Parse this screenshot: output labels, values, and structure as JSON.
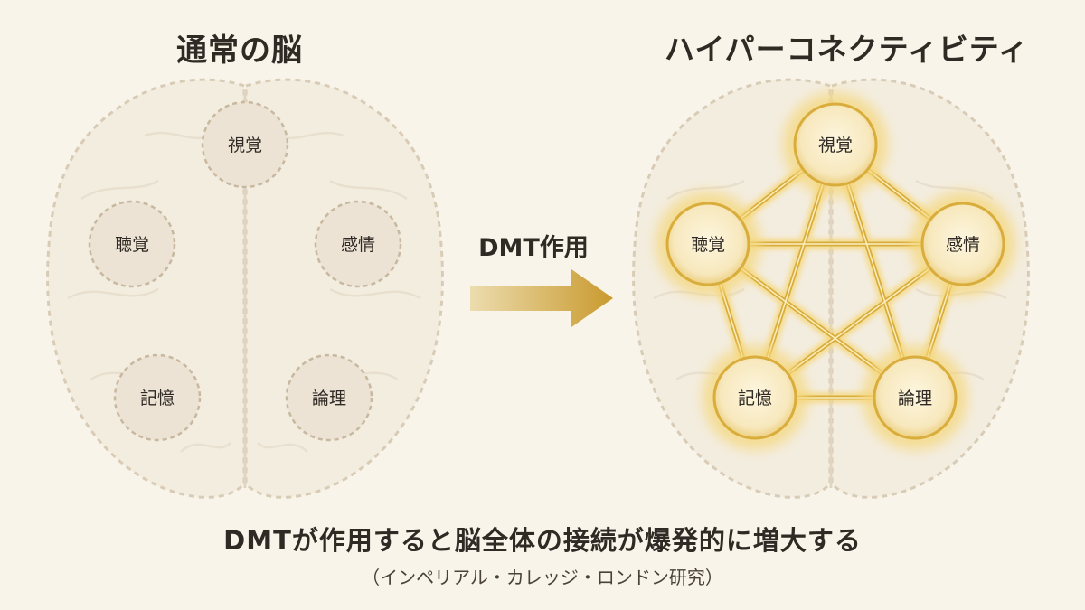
{
  "titles": {
    "left": "通常の脳",
    "right": "ハイパーコネクティビティ"
  },
  "arrow": {
    "label": "DMT作用"
  },
  "caption": "DMTが作用すると脳全体の接続が爆発的に増大する",
  "subcaption": "（インペリアル・カレッジ・ロンドン研究）",
  "regions": {
    "vision": "視覚",
    "hearing": "聴覚",
    "emotion": "感情",
    "memory": "記憶",
    "logic": "論理"
  },
  "colors": {
    "background": "#f8f4ea",
    "brain_fill": "#f3ede0",
    "brain_stroke": "#d9ccb6",
    "node_normal_fill": "#ece3d4",
    "node_normal_stroke": "#c9b8a0",
    "gold": "#d9ad3c",
    "gold_glow": "#f5d77a"
  }
}
